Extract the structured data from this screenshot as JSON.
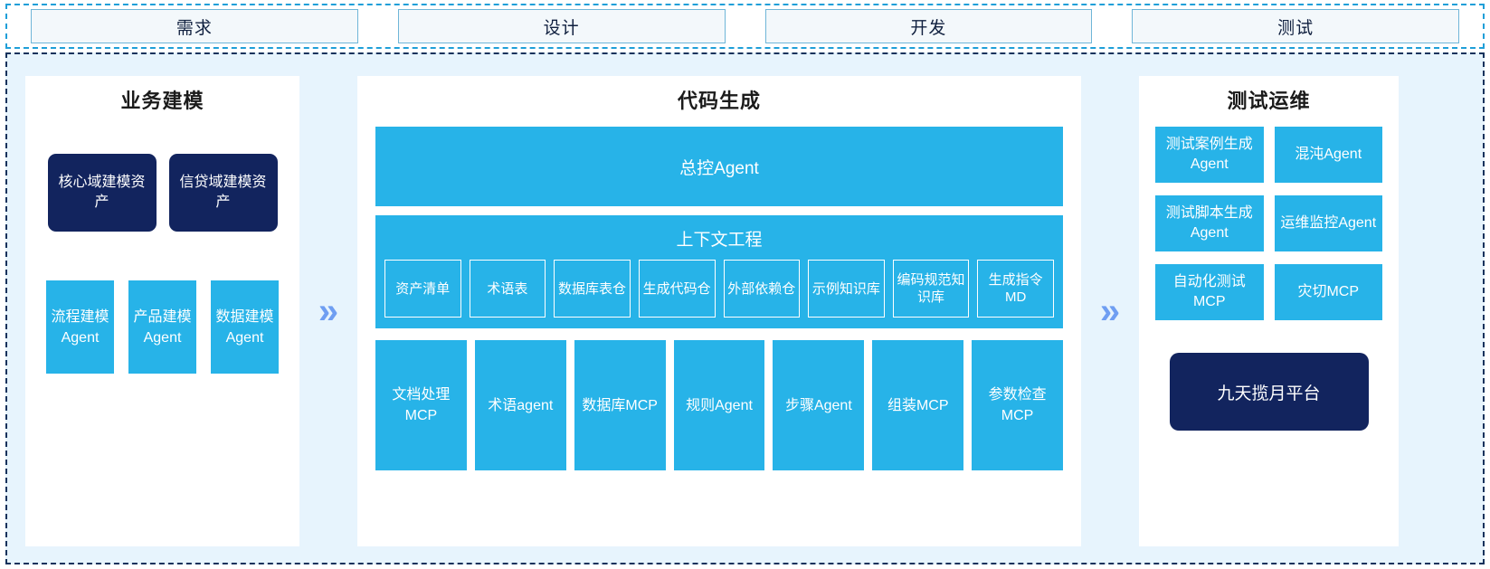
{
  "phases": {
    "items": [
      {
        "label": "需求"
      },
      {
        "label": "设计"
      },
      {
        "label": "开发"
      },
      {
        "label": "测试"
      }
    ]
  },
  "separators": {
    "chevron_glyph": "»"
  },
  "colors": {
    "accent_cyan": "#27b3e8",
    "navy": "#12245e",
    "panel_bg": "#e7f4fd",
    "chevron": "#6f9ef2",
    "phase_border": "#6fb6d8"
  },
  "left_panel": {
    "title": "业务建模",
    "assets": [
      {
        "label": "核心域建模资产"
      },
      {
        "label": "信贷域建模资产"
      }
    ],
    "agents": [
      {
        "label": "流程建模Agent"
      },
      {
        "label": "产品建模Agent"
      },
      {
        "label": "数据建模Agent"
      }
    ]
  },
  "center_panel": {
    "title": "代码生成",
    "banner": "总控Agent",
    "context": {
      "title": "上下文工程",
      "items": [
        {
          "label": "资产清单"
        },
        {
          "label": "术语表"
        },
        {
          "label": "数据库表仓"
        },
        {
          "label": "生成代码仓"
        },
        {
          "label": "外部依赖仓"
        },
        {
          "label": "示例知识库"
        },
        {
          "label": "编码规范知识库"
        },
        {
          "label": "生成指令MD"
        }
      ]
    },
    "tools": [
      {
        "label": "文档处理MCP"
      },
      {
        "label": "术语agent"
      },
      {
        "label": "数据库MCP"
      },
      {
        "label": "规则Agent"
      },
      {
        "label": "步骤Agent"
      },
      {
        "label": "组装MCP"
      },
      {
        "label": "参数检查MCP"
      }
    ]
  },
  "right_panel": {
    "title": "测试运维",
    "items": [
      {
        "label": "测试案例生成Agent"
      },
      {
        "label": "混沌Agent"
      },
      {
        "label": "测试脚本生成Agent"
      },
      {
        "label": "运维监控Agent"
      },
      {
        "label": "自动化测试MCP"
      },
      {
        "label": "灾切MCP"
      }
    ],
    "platform": "九天揽月平台"
  }
}
